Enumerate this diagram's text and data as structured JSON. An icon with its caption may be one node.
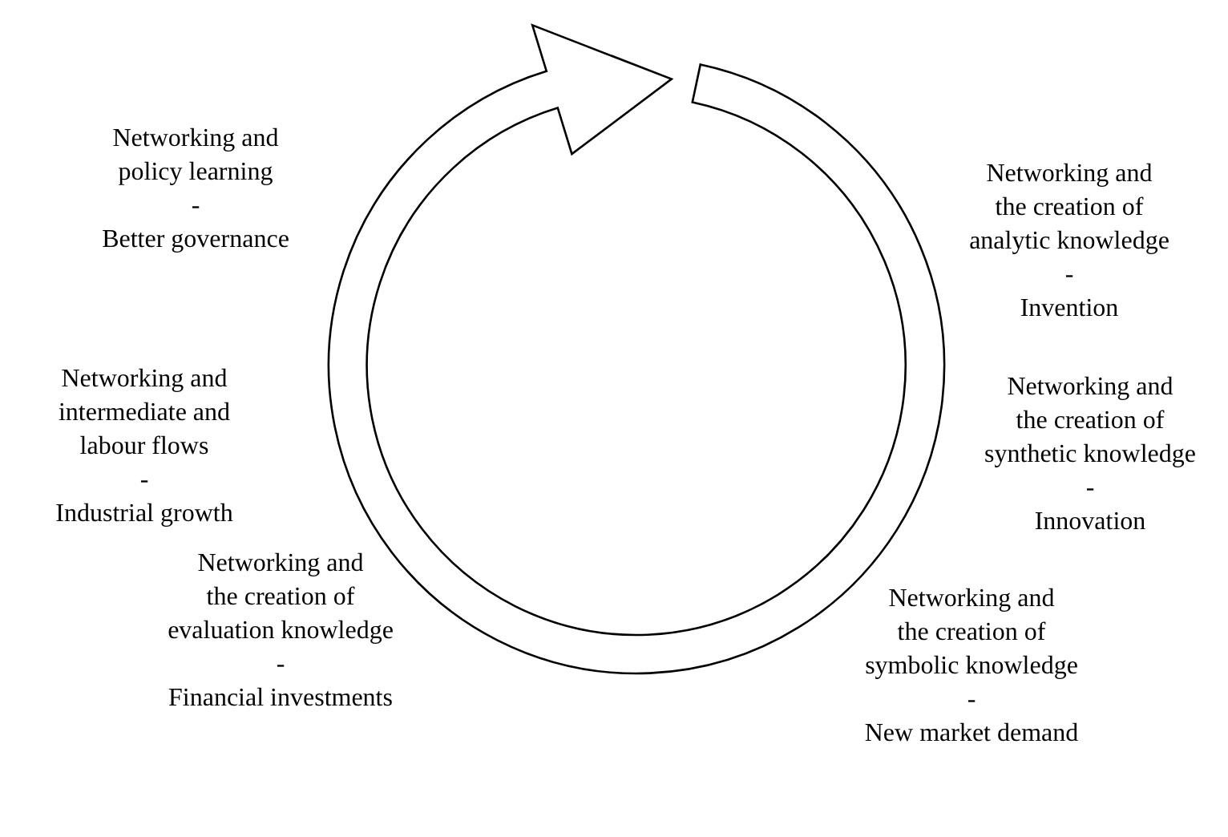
{
  "diagram": {
    "labels": [
      "Networking and policy learning",
      "-",
      "Better governance",
      "Networking and the creation of analytic knowledge",
      "-",
      "Invention",
      "Networking and intermediate and labour flows",
      "-",
      "Industrial growth",
      "Networking and the creation of synthetic knowledge",
      "-",
      "Innovation",
      "Networking and the creation of evaluation knowledge",
      "-",
      "Financial investments",
      "Networking and the creation of symbolic knowledge",
      "-",
      "New market demand"
    ]
  }
}
